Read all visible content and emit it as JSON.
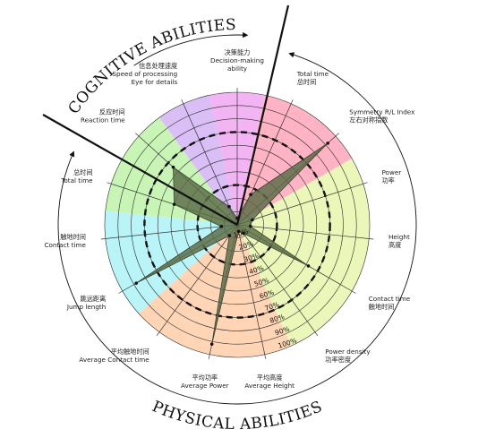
{
  "chart_data": {
    "type": "radar",
    "title": "",
    "groups": [
      {
        "name": "Cognitive Abilities",
        "label": "Cognitive Abilities"
      },
      {
        "name": "Physical Abilities",
        "label": "Physical Abilities"
      }
    ],
    "radial_scale": {
      "min": 0,
      "max": 100,
      "ticks": [
        "10%",
        "20%",
        "30%",
        "40%",
        "50%",
        "60%",
        "70%",
        "80%",
        "90%",
        "100%"
      ],
      "dashed_reference_rings": [
        30,
        70
      ]
    },
    "axes": [
      {
        "label_cn": "决策能力",
        "label_en": "Decision-making ability",
        "color": "#f2b4f2"
      },
      {
        "label_cn": "总时间",
        "label_en": "Total time",
        "color": "#ffb3c3"
      },
      {
        "label_cn": "左右对称指数",
        "label_en": "Symmetry R/L Index",
        "color": "#ffb3c3"
      },
      {
        "label_cn": "功率",
        "label_en": "Power",
        "color": "#eaf7b8"
      },
      {
        "label_cn": "高度",
        "label_en": "Height",
        "color": "#eaf7b8"
      },
      {
        "label_cn": "触地时间",
        "label_en": "Contact time",
        "color": "#eaf7b8"
      },
      {
        "label_cn": "功率密度",
        "label_en": "Power density",
        "color": "#eaf7b8"
      },
      {
        "label_cn": "平均高度",
        "label_en": "Average Height",
        "color": "#ffd5b5"
      },
      {
        "label_cn": "平均功率",
        "label_en": "Average Power",
        "color": "#ffd5b5"
      },
      {
        "label_cn": "平均触地时间",
        "label_en": "Average Contact time",
        "color": "#ffd5b5"
      },
      {
        "label_cn": "跳远距离",
        "label_en": "Jump length",
        "color": "#b8f4f8"
      },
      {
        "label_cn": "触地时间",
        "label_en": "Contact time",
        "color": "#b8f4f8"
      },
      {
        "label_cn": "总时间",
        "label_en": "Total time",
        "color": "#c8f5b5"
      },
      {
        "label_cn": "反应时间",
        "label_en": "Reaction time",
        "color": "#c8f5b5"
      },
      {
        "label_cn": "信息处理速度",
        "label_en": "Speed of processing Eye for details",
        "color": "#d9bff5"
      }
    ],
    "series": [
      {
        "values": [
          5,
          25,
          92,
          12,
          10,
          62,
          8,
          5,
          92,
          10,
          88,
          12,
          50,
          65,
          15
        ],
        "color": "#5a6b45"
      }
    ]
  }
}
